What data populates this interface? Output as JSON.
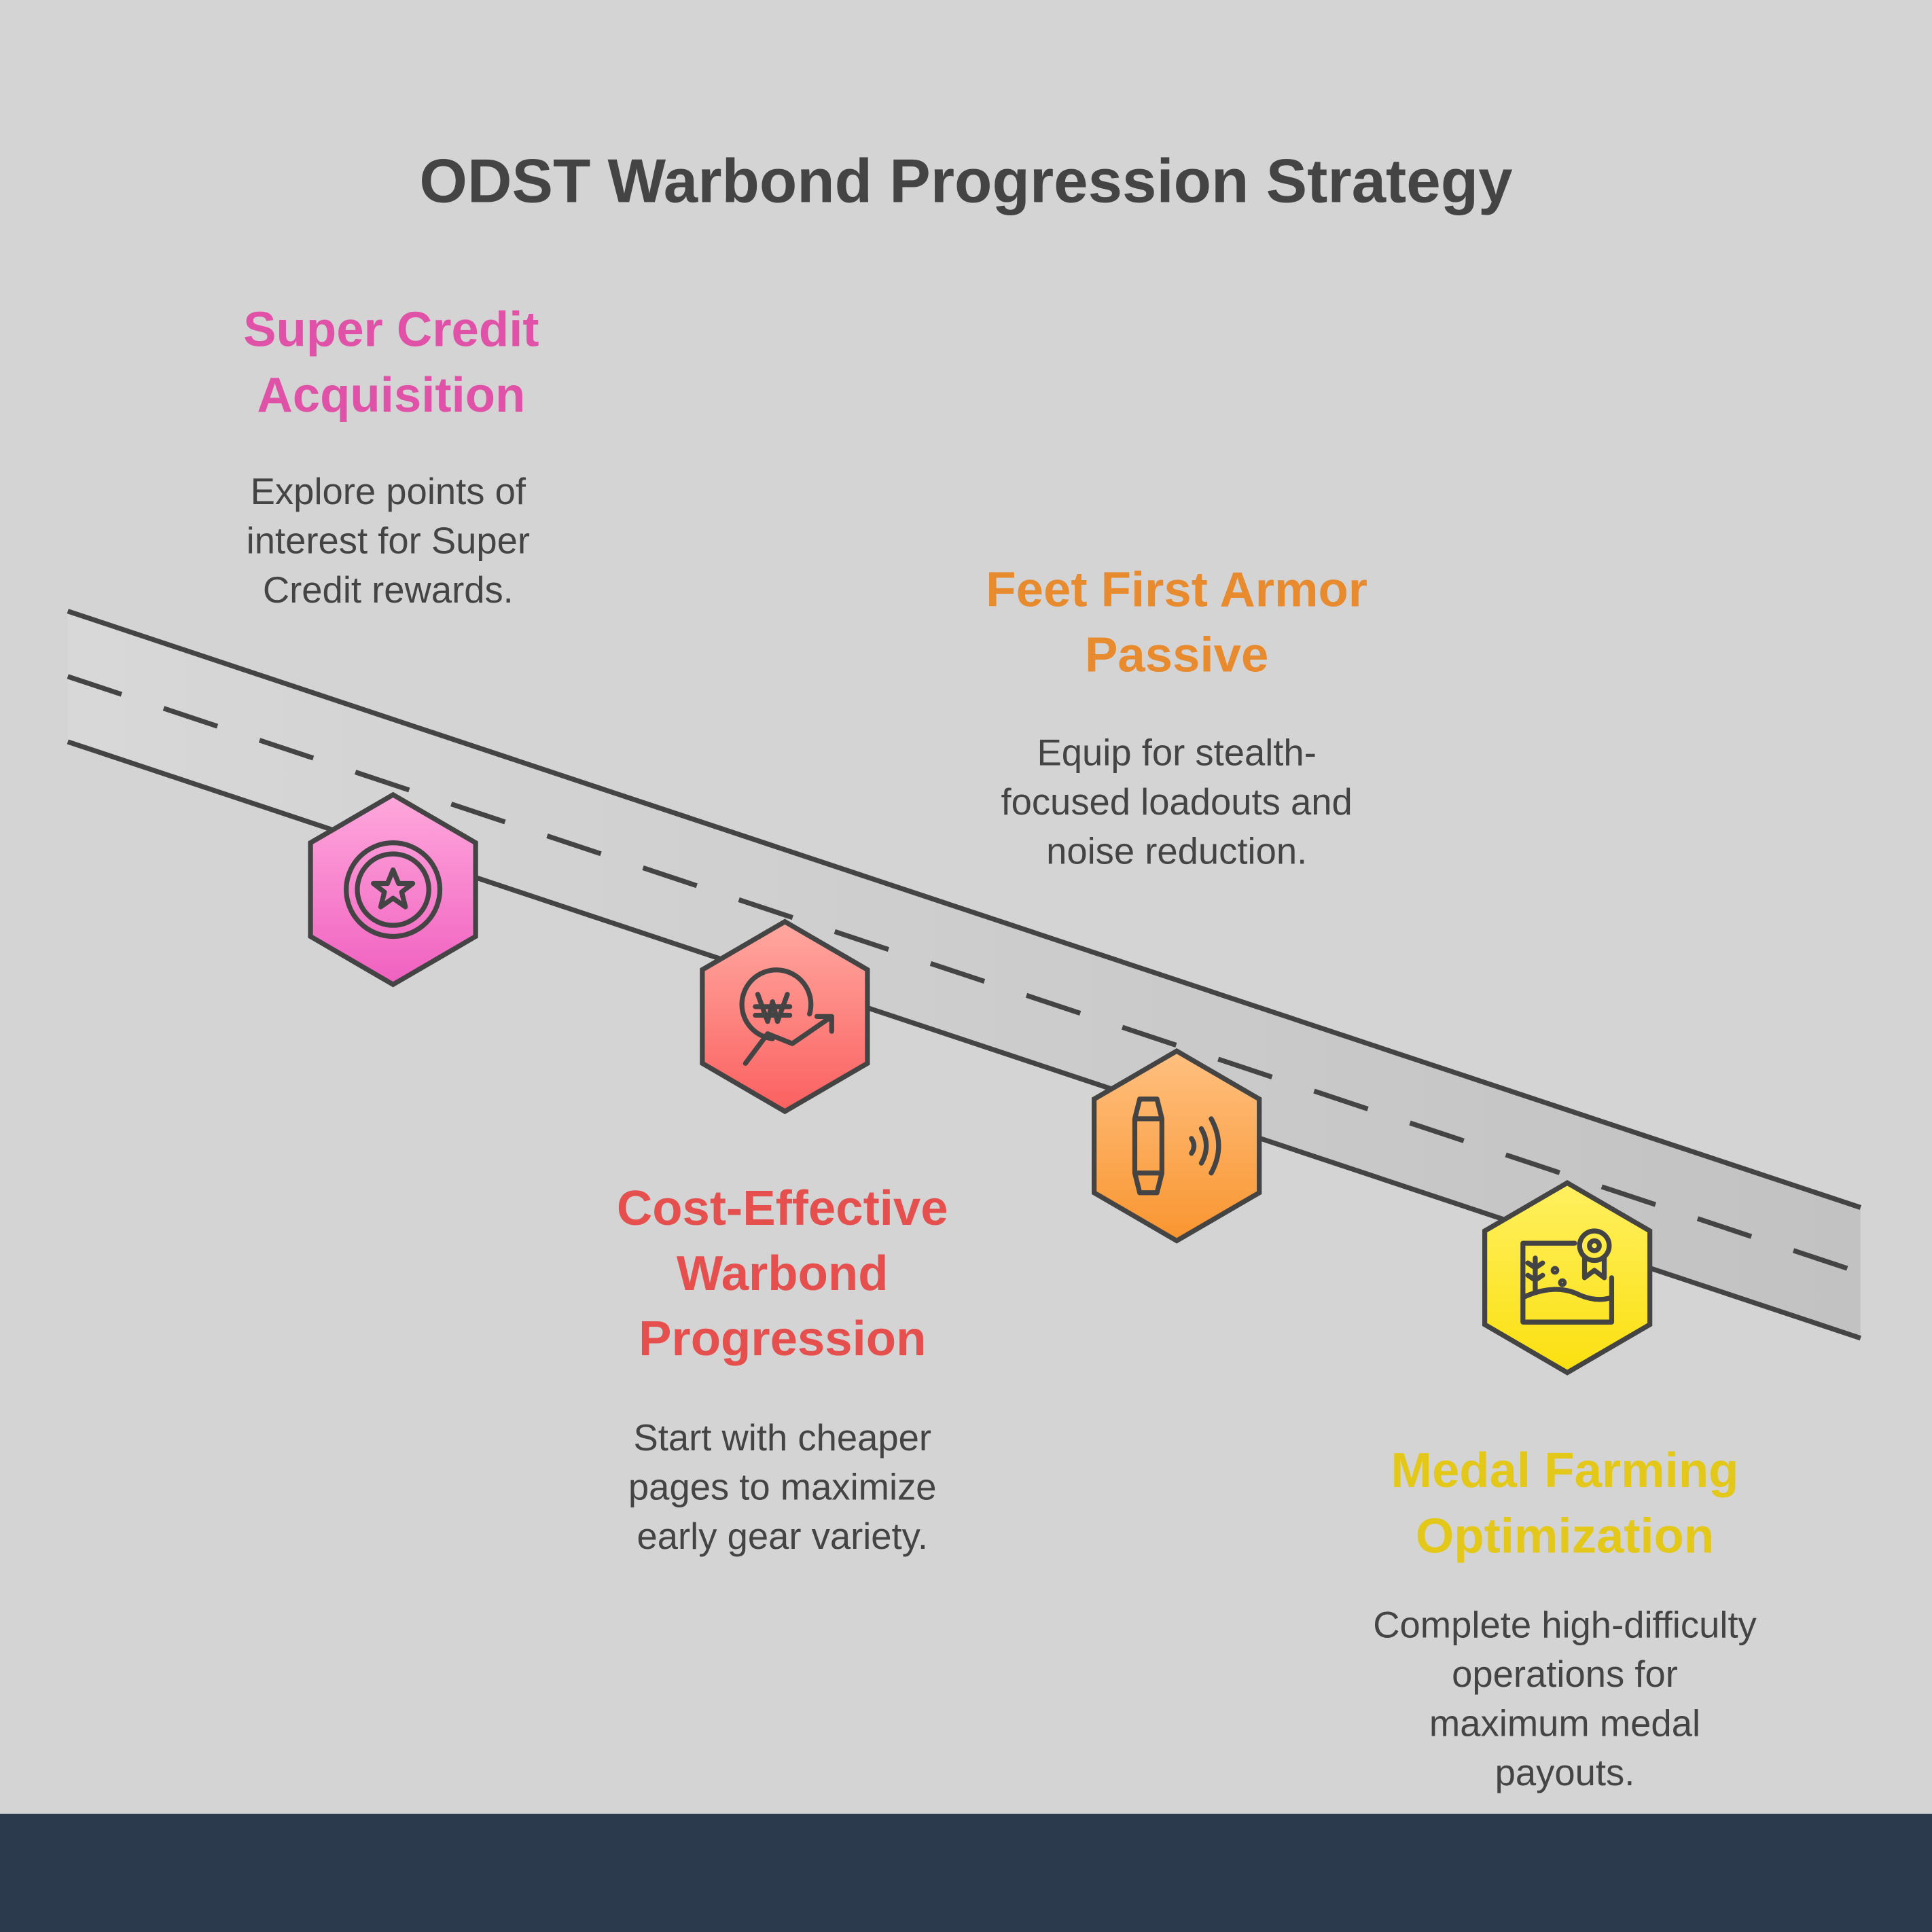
{
  "title": "ODST Warbond Progression Strategy",
  "steps": [
    {
      "heading": "Super Credit Acquisition",
      "description": "Explore points of interest for Super Credit rewards.",
      "icon": "star-medal-icon",
      "color": "#e052a8"
    },
    {
      "heading": "Cost-Effective Warbond Progression",
      "description": "Start with cheaper pages to maximize early gear variety.",
      "icon": "won-growth-icon",
      "color": "#e5504f"
    },
    {
      "heading": "Feet First Armor Passive",
      "description": "Equip for stealth-focused loadouts and noise reduction.",
      "icon": "wearable-sound-icon",
      "color": "#e88a2e"
    },
    {
      "heading": "Medal Farming Optimization",
      "description": "Complete high-difficulty operations for maximum medal payouts.",
      "icon": "certificate-award-icon",
      "color": "#e3c81a"
    }
  ]
}
